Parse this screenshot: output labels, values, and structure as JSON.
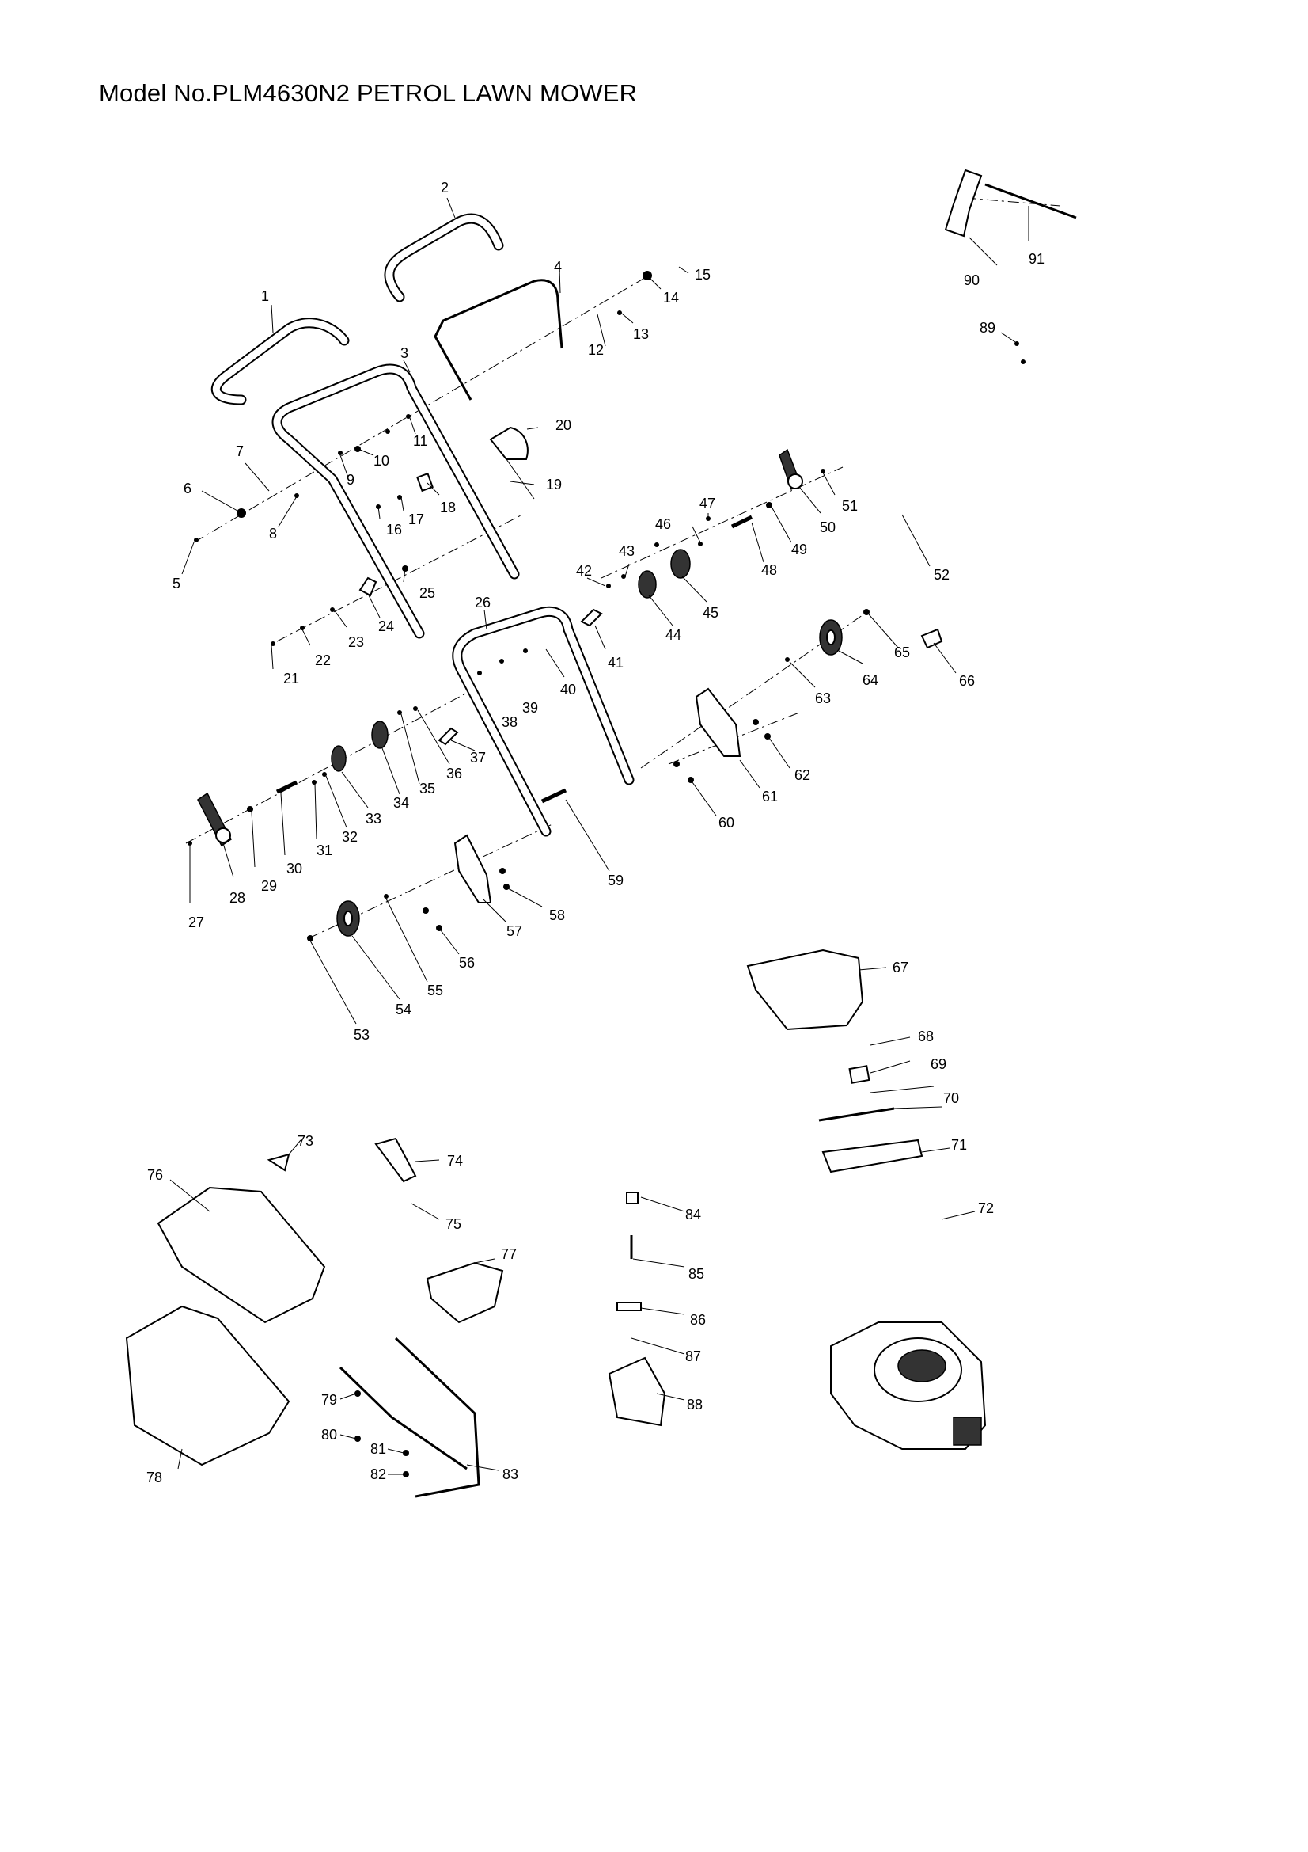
{
  "title": "Model No.PLM4630N2 PETROL LAWN MOWER",
  "parts": [
    {
      "no": "1"
    },
    {
      "no": "2"
    },
    {
      "no": "3"
    },
    {
      "no": "4"
    },
    {
      "no": "5"
    },
    {
      "no": "6"
    },
    {
      "no": "7"
    },
    {
      "no": "8"
    },
    {
      "no": "9"
    },
    {
      "no": "10"
    },
    {
      "no": "11"
    },
    {
      "no": "12"
    },
    {
      "no": "13"
    },
    {
      "no": "14"
    },
    {
      "no": "15"
    },
    {
      "no": "16"
    },
    {
      "no": "17"
    },
    {
      "no": "18"
    },
    {
      "no": "19"
    },
    {
      "no": "20"
    },
    {
      "no": "21"
    },
    {
      "no": "22"
    },
    {
      "no": "23"
    },
    {
      "no": "24"
    },
    {
      "no": "25"
    },
    {
      "no": "26"
    },
    {
      "no": "27"
    },
    {
      "no": "28"
    },
    {
      "no": "29"
    },
    {
      "no": "30"
    },
    {
      "no": "31"
    },
    {
      "no": "32"
    },
    {
      "no": "33"
    },
    {
      "no": "34"
    },
    {
      "no": "35"
    },
    {
      "no": "36"
    },
    {
      "no": "37"
    },
    {
      "no": "38"
    },
    {
      "no": "39"
    },
    {
      "no": "40"
    },
    {
      "no": "41"
    },
    {
      "no": "42"
    },
    {
      "no": "43"
    },
    {
      "no": "44"
    },
    {
      "no": "45"
    },
    {
      "no": "46"
    },
    {
      "no": "47"
    },
    {
      "no": "48"
    },
    {
      "no": "49"
    },
    {
      "no": "50"
    },
    {
      "no": "51"
    },
    {
      "no": "52"
    },
    {
      "no": "53"
    },
    {
      "no": "54"
    },
    {
      "no": "55"
    },
    {
      "no": "56"
    },
    {
      "no": "57"
    },
    {
      "no": "58"
    },
    {
      "no": "59"
    },
    {
      "no": "60"
    },
    {
      "no": "61"
    },
    {
      "no": "62"
    },
    {
      "no": "63"
    },
    {
      "no": "64"
    },
    {
      "no": "65"
    },
    {
      "no": "66"
    },
    {
      "no": "67"
    },
    {
      "no": "68"
    },
    {
      "no": "69"
    },
    {
      "no": "70"
    },
    {
      "no": "71"
    },
    {
      "no": "72"
    },
    {
      "no": "73"
    },
    {
      "no": "74"
    },
    {
      "no": "75"
    },
    {
      "no": "76"
    },
    {
      "no": "77"
    },
    {
      "no": "78"
    },
    {
      "no": "79"
    },
    {
      "no": "80"
    },
    {
      "no": "81"
    },
    {
      "no": "82"
    },
    {
      "no": "83"
    },
    {
      "no": "84"
    },
    {
      "no": "85"
    },
    {
      "no": "86"
    },
    {
      "no": "87"
    },
    {
      "no": "88"
    },
    {
      "no": "89"
    },
    {
      "no": "90"
    },
    {
      "no": "91"
    }
  ]
}
